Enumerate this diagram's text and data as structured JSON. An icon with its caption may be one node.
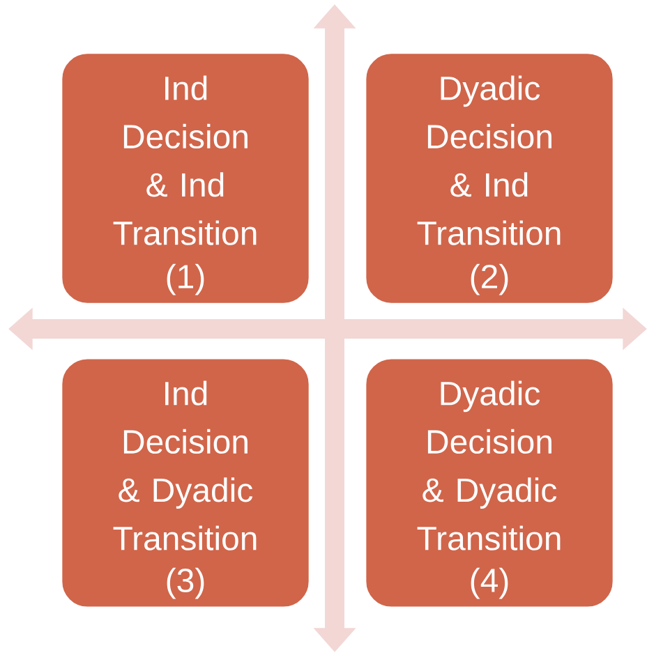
{
  "diagram": {
    "nodes": [
      {
        "text": [
          "Ind Decision & Ind Transition",
          "(1)"
        ]
      },
      {
        "text": [
          "Dyadic Decision & Ind Transition",
          "(2)"
        ]
      },
      {
        "text": [
          "Ind Decision & Dyadic Transition",
          "(3)"
        ]
      },
      {
        "text": [
          "Dyadic Decision & Dyadic Transition",
          "(4)"
        ]
      }
    ],
    "edges": []
  }
}
